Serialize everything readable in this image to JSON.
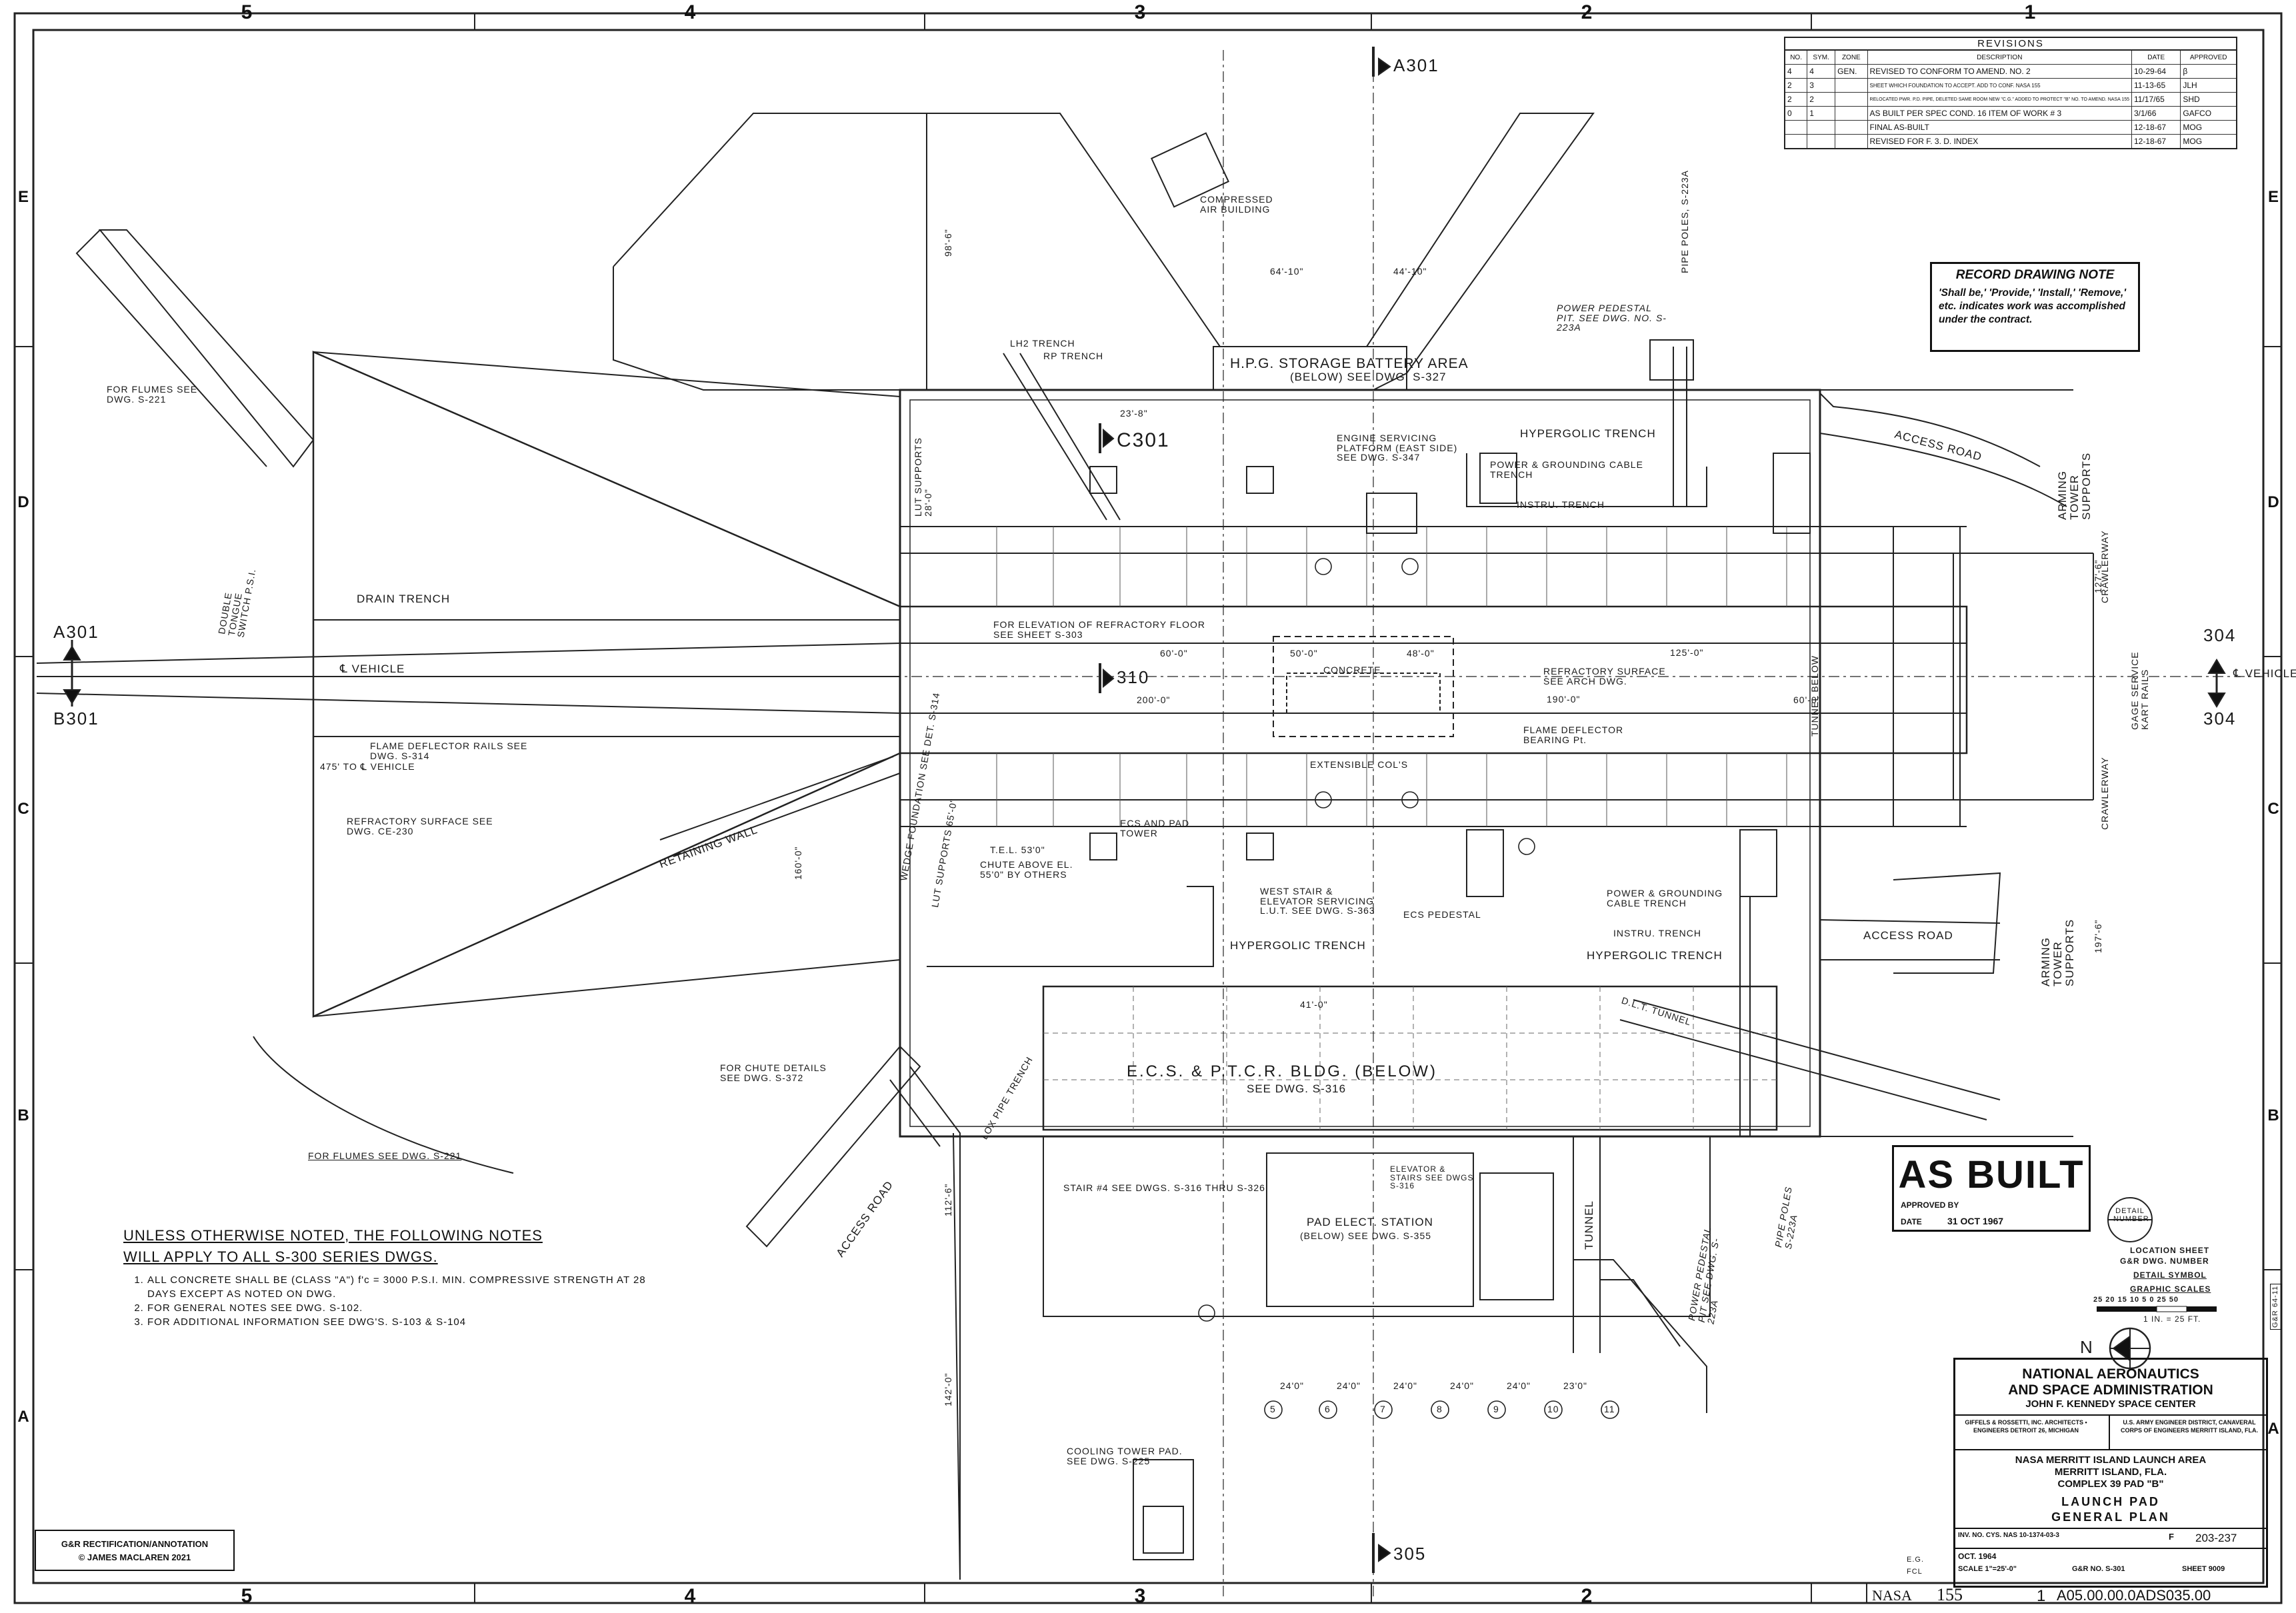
{
  "border": {
    "columns": [
      "5",
      "4",
      "3",
      "2",
      "1"
    ],
    "rows": [
      "E",
      "D",
      "C",
      "B",
      "A"
    ]
  },
  "revisions": {
    "title": "REVISIONS",
    "headers": [
      "NO.",
      "SYM.",
      "ZONE",
      "DESCRIPTION",
      "DATE",
      "APPROVED"
    ],
    "rows": [
      {
        "no": "4",
        "sym": "4",
        "zone": "GEN.",
        "description": "REVISED TO CONFORM TO AMEND. NO. 2",
        "date": "10-29-64",
        "approved": "β"
      },
      {
        "no": "2",
        "sym": "3",
        "zone": "",
        "description": "SHEET WHICH FOUNDATION TO ACCEPT. ADD TO CONF. NASA 155",
        "date": "11-13-65",
        "approved": "JLH"
      },
      {
        "no": "2",
        "sym": "2",
        "zone": "",
        "description": "RELOCATED PWR. P.D. PIPE, DELETED SAME ROOM NEW \"C.G.\" ADDED TO PROTECT \"B\" NO. TO AMEND. NASA 155",
        "date": "11/17/65",
        "approved": "SHD"
      },
      {
        "no": "0",
        "sym": "1",
        "zone": "",
        "description": "AS BUILT PER SPEC COND. 16 ITEM OF WORK # 3",
        "date": "3/1/66",
        "approved": "GAFCO"
      },
      {
        "no": "",
        "sym": "",
        "zone": "",
        "description": "FINAL AS-BUILT",
        "date": "12-18-67",
        "approved": "MOG"
      },
      {
        "no": "",
        "sym": "",
        "zone": "",
        "description": "REVISED FOR F. 3. D. INDEX",
        "date": "12-18-67",
        "approved": "MOG"
      }
    ]
  },
  "record_note": {
    "title": "RECORD DRAWING NOTE",
    "body": "'Shall be,' 'Provide,' 'Install,' 'Remove,' etc. indicates work was accomplished under the contract."
  },
  "labels": {
    "a301_top": "A301",
    "a301_left": "A301",
    "b301_left": "B301",
    "c301": "C301",
    "s310": "310",
    "s304_top": "304",
    "s304_bottom": "304",
    "s305": "305",
    "compressed_air": "COMPRESSED AIR BUILDING",
    "for_flumes_top": "FOR FLUMES SEE DWG. S-221",
    "for_flumes_bottom": "FOR FLUMES SEE DWG. S-221",
    "hpg": "H.P.G. STORAGE BATTERY AREA",
    "hpg_sub": "(BELOW) SEE DWG. S-327",
    "lh2_trench": "LH2 TRENCH",
    "rp_trench": "RP TRENCH",
    "power_pedestal": "POWER PEDESTAL PIT. SEE DWG. NO. S-223A",
    "pipe_poles": "PIPE POLES, S-223A",
    "access_road_top": "ACCESS ROAD",
    "access_road_right": "ACCESS ROAD",
    "access_road_bottom": "ACCESS ROAD",
    "arming_tower_top": "ARMING TOWER SUPPORTS",
    "arming_tower_bottom": "ARMING TOWER SUPPORTS",
    "engine_servicing": "ENGINE SERVICING PLATFORM (EAST SIDE) SEE DWG. S-347",
    "hypergolic_top": "HYPERGOLIC TRENCH",
    "power_ground_top": "POWER & GROUNDING CABLE TRENCH",
    "instru_top": "INSTRU. TRENCH",
    "lut_supports_top": "LUT SUPPORTS 28'-0\"",
    "lut_supports_bottom": "LUT SUPPORTS 65'-0\"",
    "double_tongue": "DOUBLE TONGUE SWITCH P.S.I.",
    "drain_trench": "DRAIN TRENCH",
    "vehicle_left": "℄ VEHICLE",
    "vehicle_right": "℄ VEHICLE",
    "elevation_note": "FOR ELEVATION OF REFRACTORY FLOOR SEE SHEET S-303",
    "concrete": "CONCRETE",
    "refractory_right": "REFRACTORY SURFACE SEE ARCH DWG.",
    "refractory_left": "REFRACTORY SURFACE SEE DWG. CE-230",
    "flame_deflector_rails": "FLAME DEFLECTOR RAILS SEE DWG. S-314",
    "flame_deflector_bearing": "FLAME DEFLECTOR BEARING Pt.",
    "retaining_wall": "RETAINING WALL",
    "dim_4750": "475' TO ℄ VEHICLE",
    "dim_200": "200'-0\"",
    "dim_190": "190'-0\"",
    "dim_125": "125'-0\"",
    "dim_60_a": "60'-0\"",
    "dim_60_b": "60'-0\"",
    "dim_50": "50'-0\"",
    "dim_48": "48'-0\"",
    "dim_64": "64'-10\"",
    "dim_44": "44'-10\"",
    "dim_23": "23'-8\"",
    "dim_41": "41'-0\"",
    "dim_160": "160'-0\"",
    "dim_1275": "127'-6\"",
    "dim_1975": "197'-6\"",
    "dim_1125": "112'-6\"",
    "dim_1420": "142'-0\"",
    "dim_986": "98'-6\"",
    "tunnel_below": "TUNNEL BELOW",
    "tunnel": "TUNNEL",
    "crawlerway_top": "CRAWLERWAY",
    "crawlerway_bottom": "CRAWLERWAY",
    "gage": "GAGE SERVICE KART RAILS",
    "extensible_col": "EXTENSIBLE COL'S",
    "ecs_pad": "ECS AND PAD TOWER",
    "tel_530": "T.E.L. 53'0\"",
    "chute": "CHUTE ABOVE EL. 55'0\" BY OTHERS",
    "wedge": "WEDGE FOUNDATION SEE DET. S-314",
    "west_stair": "WEST STAIR & ELEVATOR SERVICING L.U.T. SEE DWG. S-363",
    "ecs_pedestal": "ECS PEDESTAL",
    "hypergolic_mid": "HYPERGOLIC TRENCH",
    "power_ground_bottom": "POWER & GROUNDING CABLE TRENCH",
    "instru_bottom": "INSTRU. TRENCH",
    "hypergolic_bottom": "HYPERGOLIC TRENCH",
    "dlt_tunnel": "D.L.T. TUNNEL",
    "lox_trench": "LOX PIPE TRENCH",
    "ecs_bldg": "E.C.S. & P.T.C.R. BLDG. (BELOW)",
    "ecs_bldg_sub": "SEE DWG. S-316",
    "chute_details": "FOR CHUTE DETAILS SEE DWG. S-372",
    "stair4": "STAIR #4 SEE DWGS. S-316 THRU S-326",
    "elevator_stairs": "ELEVATOR & STAIRS SEE DWGS S-316",
    "pad_elect": "PAD ELECT. STATION",
    "pad_elect_sub": "(BELOW) SEE DWG. S-355",
    "power_pedestal_2": "POWER PEDESTAL PIT SEE DWG. S-223A",
    "pipe_poles_2": "PIPE POLES S-223A",
    "cooling_tower": "COOLING TOWER PAD. SEE DWG. S-225",
    "north": "N",
    "dim_row": [
      "24'0\"",
      "24'0\"",
      "24'0\"",
      "24'0\"",
      "24'0\"",
      "23'0\""
    ],
    "circles": [
      "5",
      "6",
      "7",
      "8",
      "9",
      "10",
      "11"
    ]
  },
  "notes": {
    "heading1": "UNLESS OTHERWISE NOTED, THE FOLLOWING NOTES",
    "heading2": "WILL APPLY TO ALL S-300 SERIES DWGS.",
    "items": [
      "ALL CONCRETE SHALL BE (CLASS \"A\") f'c = 3000 P.S.I. MIN. COMPRESSIVE STRENGTH AT 28 DAYS EXCEPT AS NOTED ON DWG.",
      "FOR GENERAL NOTES SEE DWG. S-102.",
      "FOR ADDITIONAL INFORMATION SEE DWG'S. S-103 & S-104"
    ]
  },
  "asbuilt": {
    "text": "AS BUILT",
    "approved_by": "APPROVED BY",
    "date_label": "DATE",
    "date": "31 OCT 1967"
  },
  "detail_legend": {
    "detail_number": "DETAIL NUMBER",
    "location_sheet": "LOCATION SHEET",
    "gr_dwg": "G&R DWG. NUMBER",
    "detail_symbol": "DETAIL SYMBOL",
    "graphic_scales": "GRAPHIC SCALES",
    "scale_ticks": "25 20 15 10 5 0        25        50",
    "scale_note": "1 IN. = 25 FT."
  },
  "title_block": {
    "agency1": "NATIONAL AERONAUTICS",
    "agency2": "AND SPACE ADMINISTRATION",
    "center": "JOHN F. KENNEDY SPACE CENTER",
    "firm": "GIFFELS & ROSSETTI, INC. ARCHITECTS • ENGINEERS DETROIT 26, MICHIGAN",
    "army": "U.S. ARMY ENGINEER DISTRICT, CANAVERAL CORPS OF ENGINEERS MERRITT ISLAND, FLA.",
    "project1": "NASA MERRITT ISLAND LAUNCH AREA",
    "project2": "MERRITT ISLAND, FLA.",
    "complex": "COMPLEX 39      PAD \"B\"",
    "drawing1": "LAUNCH PAD",
    "drawing2": "GENERAL PLAN",
    "inv_no": "INV. NO. CYS. NAS 10-1374-03-3",
    "size": "F",
    "file_no": "203-237",
    "dated": "OCT. 1964",
    "scale": "SCALE 1\"=25'-0\"",
    "gr_no": "G&R NO. S-301",
    "sheet": "SHEET 9009",
    "drawn": "E.G.",
    "checked": "FCL",
    "side_tag": "G&R 64-11"
  },
  "credit": {
    "line1": "G&R RECTIFICATION/ANNOTATION",
    "line2": "© JAMES MACLAREN 2021"
  },
  "bottom": {
    "nasa": "NASA",
    "number": "155",
    "sheet": "1",
    "code": "A05.00.00.0ADS035.00"
  }
}
